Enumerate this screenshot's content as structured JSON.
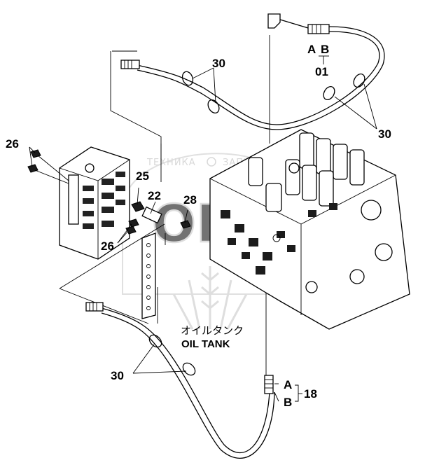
{
  "labels": {
    "hose_top_a": "A",
    "hose_top_b": "B",
    "hose_top_code": "01",
    "hose_bottom_a": "A",
    "hose_bottom_b": "B",
    "hose_bottom_code": "18",
    "clamp_top_left": "30",
    "clamp_top_right": "30",
    "clamp_bottom": "30",
    "adapter_left": "26",
    "adapter_center": "26",
    "fitting_25": "25",
    "fitting_22": "22",
    "plug_28": "28",
    "oil_tank_jp": "オイルタンク",
    "oil_tank_en": "OIL TANK"
  },
  "watermark": {
    "text_left": "ТЕХНИКА",
    "text_right": "ЗАПЧАСТИ",
    "logo_letters": "ОВЗ"
  },
  "colors": {
    "ink": "#000000",
    "watermark": "#b9b9b9",
    "background": "#ffffff"
  }
}
